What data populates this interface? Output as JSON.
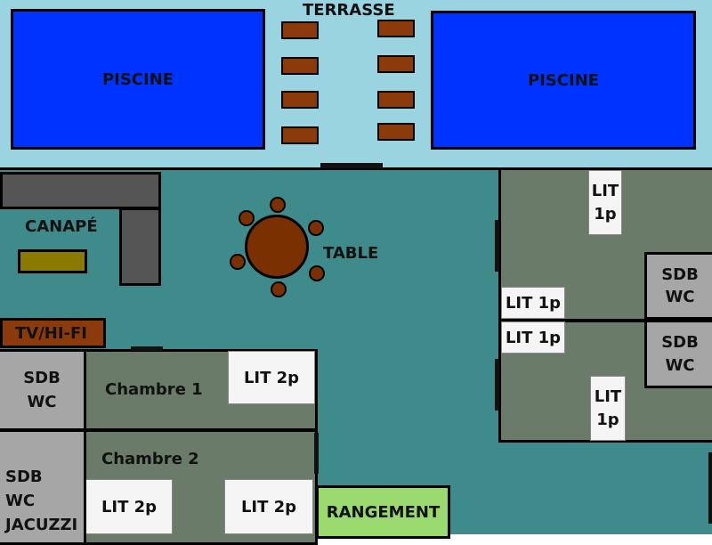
{
  "labels": {
    "terrasse": "TERRASSE",
    "piscine_left": "PISCINE",
    "piscine_right": "PISCINE",
    "canape": "CANAPÉ",
    "table": "TABLE",
    "tv_hifi": "TV/HI-FI",
    "sdb_wc_1": "SDB\nWC",
    "chambre_1": "Chambre 1",
    "lit_2p_1": "LIT 2p",
    "sdb_wc_jacuzzi": "SDB\nWC\nJACUZZI",
    "chambre_2": "Chambre 2",
    "lit_2p_2": "LIT 2p",
    "lit_2p_3": "LIT 2p",
    "rangement": "RANGEMENT",
    "lit_1p_a": "LIT\n1p",
    "lit_1p_b": "LIT 1p",
    "lit_1p_c": "LIT 1p",
    "lit_1p_d": "LIT\n1p",
    "sdb_wc_r1": "SDB\nWC",
    "sdb_wc_r2": "SDB\nWC"
  },
  "colors": {
    "terrace": "#99d4e0",
    "pool": "#0033ff",
    "living": "#3f8a8a",
    "room": "#6a7b6a",
    "sofa": "#555555",
    "table": "#7a3000",
    "tv": "#8b3a0c",
    "bathroom": "#a6a6a6",
    "bed": "#f5f5f5",
    "storage": "#99d96e",
    "cushion": "#8b7a00"
  }
}
